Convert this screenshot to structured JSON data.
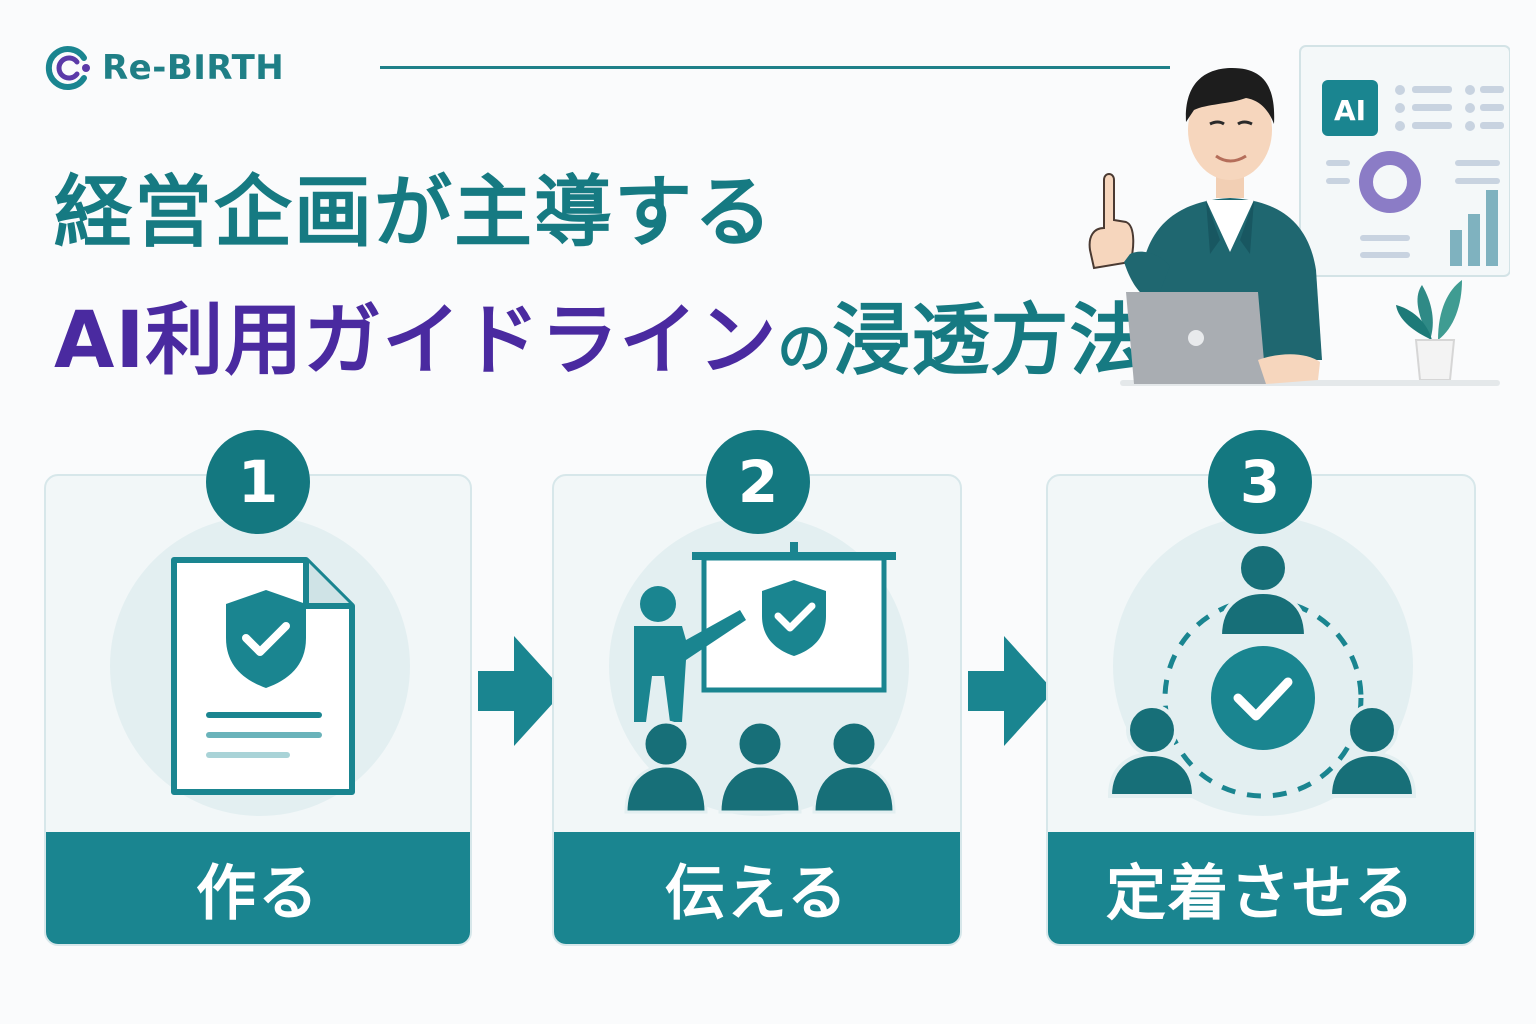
{
  "brand": {
    "logo_text": "Re-BIRTH",
    "teal": "#1a8590",
    "purple": "#4a2aa0"
  },
  "title": {
    "line1": "経営企画が主導する",
    "line2_emph": "AI利用ガイドライン",
    "line2_particle": "の",
    "line2_rest": "浸透方法"
  },
  "illustration": {
    "board_label": "AI"
  },
  "steps": [
    {
      "number": "1",
      "label": "作る",
      "icon": "shield-document-icon"
    },
    {
      "number": "2",
      "label": "伝える",
      "icon": "presentation-icon"
    },
    {
      "number": "3",
      "label": "定着させる",
      "icon": "team-check-icon"
    }
  ]
}
